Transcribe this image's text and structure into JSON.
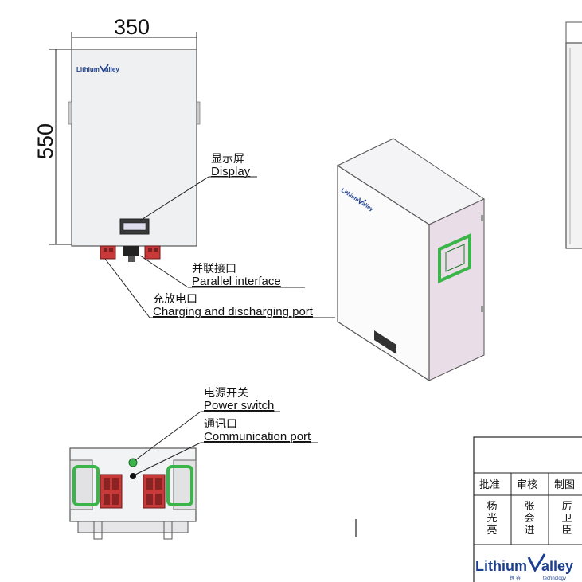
{
  "dimensions": {
    "width": "350",
    "height": "550"
  },
  "callouts": {
    "display": {
      "cn": "显示屏",
      "en": "Display"
    },
    "parallel": {
      "cn": "并联接口",
      "en": "Parallel interface"
    },
    "charging": {
      "cn": "充放电口",
      "en": "Charging and discharging port"
    },
    "power": {
      "cn": "电源开关",
      "en": "Power switch"
    },
    "comm": {
      "cn": "通讯口",
      "en": "Communication port"
    }
  },
  "brand": {
    "name_lithium": "Lithium",
    "name_alley": "alley",
    "tagline": "technology",
    "tagline_cn": "锂  谷"
  },
  "title_block": {
    "headers": [
      "批准",
      "审核",
      "制图"
    ],
    "names": [
      "杨光亮",
      "张会进",
      "厉卫臣"
    ]
  },
  "colors": {
    "handle_green": "#3bb54a",
    "port_red": "#c83a3a",
    "side_panel": "#e9dde8",
    "cabinet": "#eef0f2",
    "logo_blue": "#1d3f8f"
  }
}
